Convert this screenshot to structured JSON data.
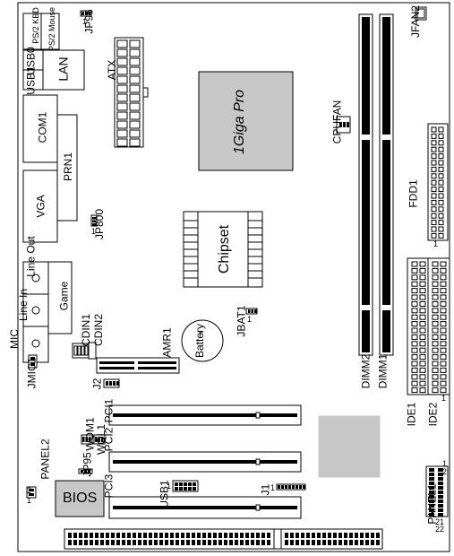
{
  "title": "",
  "connectors": {
    "ps2_kbd": "PS/2 KBD",
    "ps2_mouse": "PS/2 Mouse",
    "usb0": "USB0",
    "usb1": "USB1",
    "lan": "LAN",
    "com1": "COM1",
    "prn1": "PRN1",
    "vga": "VGA",
    "line_out": "Line Out",
    "line_in": "Line In",
    "mic": "MIC",
    "game": "Game"
  },
  "components": {
    "cpu": "1Giga Pro",
    "chipset": "Chipset",
    "battery": "Battery",
    "battery_plus": "+",
    "bios": "BIOS",
    "atx": "ATX",
    "fdd1": "FDD1",
    "cpufan": "CPUFAN",
    "jfan2": "JFAN2",
    "dimm1": "DIMM1",
    "dimm2": "DIMM2",
    "ide1": "IDE1",
    "ide2": "IDE2",
    "amr1": "AMR1",
    "pci1": "PCI1",
    "pci2": "PCI2",
    "pci3": "PCI3",
    "usb1_header": "USB1",
    "j1": "J1",
    "j2": "J2",
    "panel1": "PANEL1",
    "panel2": "PANEL2"
  },
  "jumpers": {
    "jp96": "JP96",
    "jp800": "JP800",
    "jp95": "JP95",
    "jbat1": "JBAT1",
    "jmic1": "JMIC1",
    "cdin1": "CDIN1",
    "cdin2": "CDIN2",
    "wom1": "WOM1",
    "wol1": "WOL1"
  },
  "pin_marks": {
    "one": "1",
    "two": "2",
    "twenty_one": "21",
    "twenty_two": "22"
  }
}
